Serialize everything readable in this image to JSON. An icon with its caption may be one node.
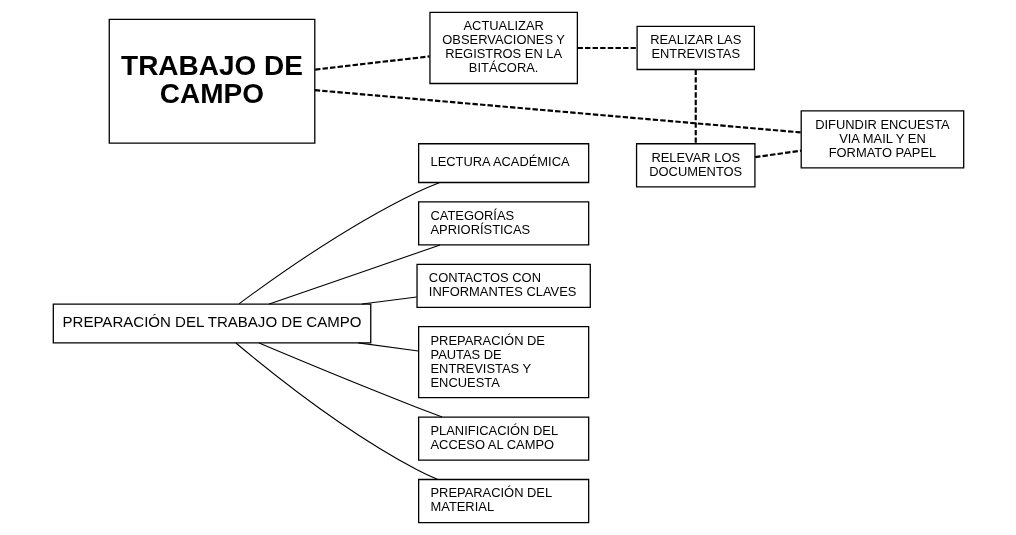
{
  "diagram": {
    "nodes": [
      {
        "text": [
          "PREPARACIÓN DEL TRABAJO DE CAMPO"
        ]
      },
      {
        "text": [
          "LECTURA ACADÉMICA"
        ]
      },
      {
        "text": [
          "CATEGORÍAS APRIORÍSTICAS"
        ]
      },
      {
        "text": [
          "CONTACTOS CON INFORMANTES CLAVES"
        ]
      },
      {
        "text": [
          "PREPARACIÓN DE PAUTAS DE ENTREVISTAS Y ENCUESTA"
        ]
      },
      {
        "text": [
          "PLANIFICACIÓN DEL ACCESO AL CAMPO"
        ]
      },
      {
        "text": [
          "PREPARACIÓN DEL MATERIAL"
        ]
      },
      {
        "text": [
          "TRABAJO DE CAMPO"
        ]
      },
      {
        "text": [
          "ACTUALIZAR OBSERVACIONES Y REGISTROS EN LA BITÁCORA."
        ]
      },
      {
        "text": [
          "REALIZAR LAS ENTREVISTAS"
        ]
      },
      {
        "text": [
          "RELEVAR LOS DOCUMENTOS"
        ]
      },
      {
        "text": [
          "DIFUNDIR ENCUESTA VIA MAIL Y EN FORMATO PAPEL"
        ]
      }
    ],
    "edges": [
      {
        "from": 0,
        "to": 1,
        "arrow": "none"
      },
      {
        "from": 0,
        "to": 2,
        "arrow": "none"
      },
      {
        "from": 0,
        "to": 3,
        "arrow": "none"
      },
      {
        "from": 0,
        "to": 4,
        "arrow": "none"
      },
      {
        "from": 0,
        "to": 5,
        "arrow": "none"
      },
      {
        "from": 0,
        "to": 6,
        "arrow": "none"
      },
      {
        "from": 7,
        "to": 8,
        "arrow": "none",
        "style": "dashed"
      },
      {
        "from": 8,
        "to": 9,
        "arrow": "none",
        "style": "dashed"
      },
      {
        "from": 9,
        "to": 10,
        "arrow": "none",
        "style": "dashed"
      },
      {
        "from": 10,
        "to": 11,
        "arrow": "none",
        "style": "dashed"
      },
      {
        "from": 11,
        "to": 7,
        "arrow": "none",
        "style": "dashed"
      }
    ]
  }
}
